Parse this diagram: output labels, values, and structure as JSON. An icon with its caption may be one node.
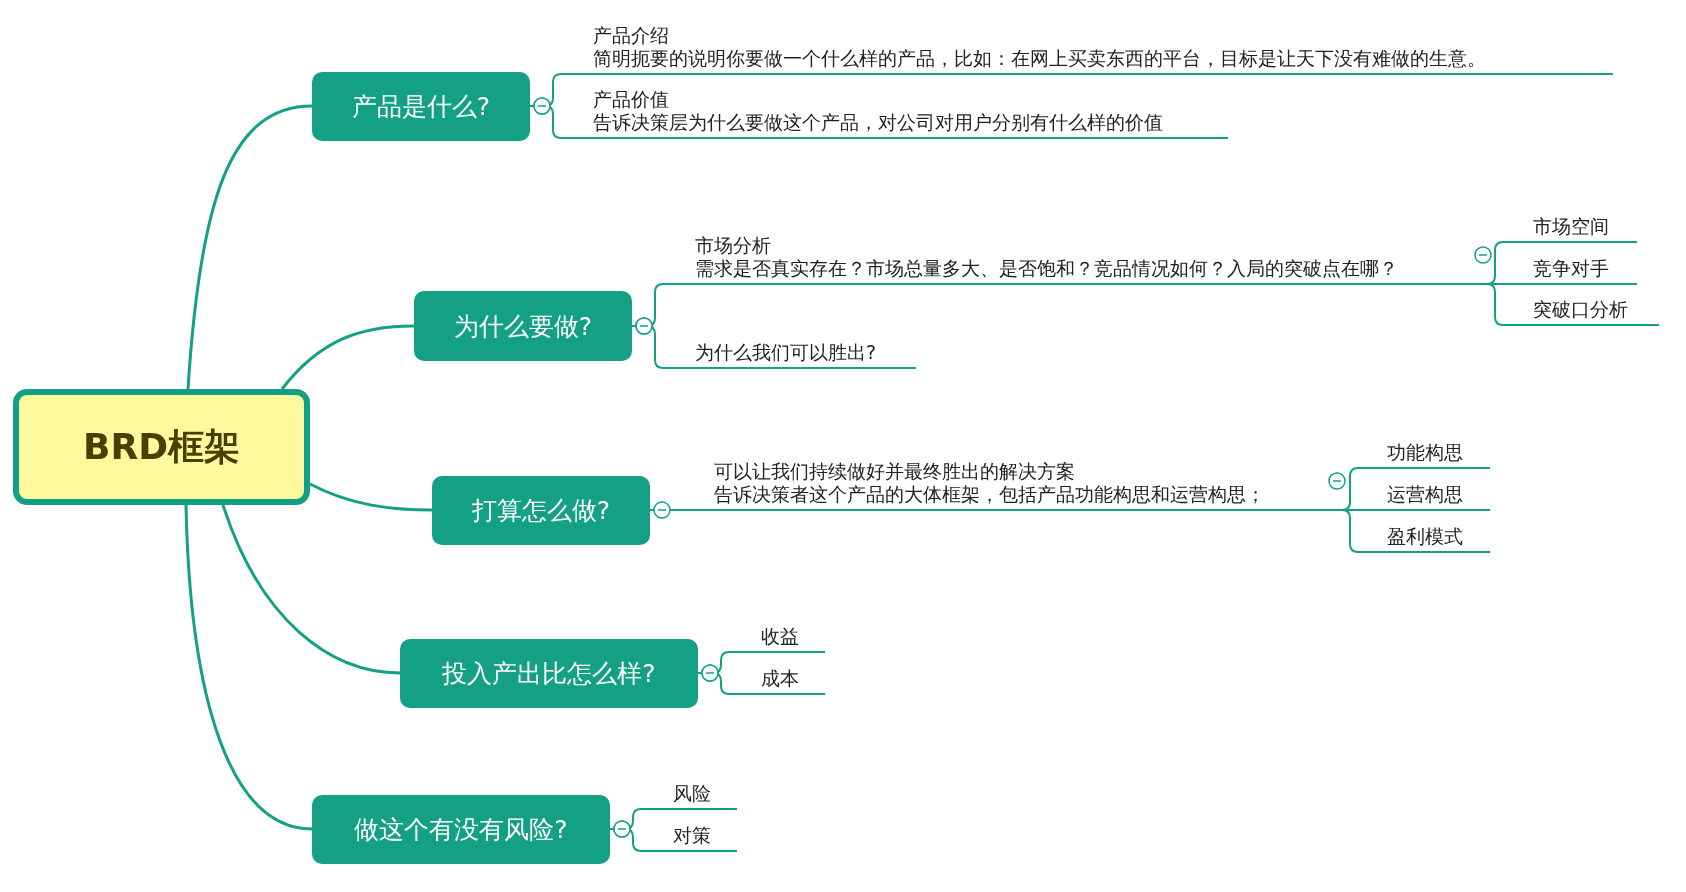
{
  "diagram": {
    "nodes": [
      {
        "text": [
          "BRD框架"
        ]
      },
      {
        "text": [
          "产品是什么?"
        ]
      },
      {
        "text": [
          "产品介绍",
          "简明扼要的说明你要做一个什么样的产品，比如：在网上买卖东西的平台，目标是让天下没有难做的生意。"
        ]
      },
      {
        "text": [
          "产品价值",
          "告诉决策层为什么要做这个产品，对公司对用户分别有什么样的价值"
        ]
      },
      {
        "text": [
          "为什么要做?"
        ]
      },
      {
        "text": [
          "市场分析",
          "需求是否真实存在？市场总量多大、是否饱和？竞品情况如何？入局的突破点在哪？"
        ]
      },
      {
        "text": [
          "市场空间"
        ]
      },
      {
        "text": [
          "竞争对手"
        ]
      },
      {
        "text": [
          "突破口分析"
        ]
      },
      {
        "text": [
          "为什么我们可以胜出?"
        ]
      },
      {
        "text": [
          "打算怎么做?"
        ]
      },
      {
        "text": [
          "可以让我们持续做好并最终胜出的解决方案",
          "告诉决策者这个产品的大体框架，包括产品功能构思和运营构思；"
        ]
      },
      {
        "text": [
          "功能构思"
        ]
      },
      {
        "text": [
          "运营构思"
        ]
      },
      {
        "text": [
          "盈利模式"
        ]
      },
      {
        "text": [
          "投入产出比怎么样?"
        ]
      },
      {
        "text": [
          "收益"
        ]
      },
      {
        "text": [
          "成本"
        ]
      },
      {
        "text": [
          "做这个有没有风险?"
        ]
      },
      {
        "text": [
          "风险"
        ]
      },
      {
        "text": [
          "对策"
        ]
      }
    ],
    "edges": [
      {
        "from": 0,
        "to": 1,
        "arrow": "none"
      },
      {
        "from": 0,
        "to": 4,
        "arrow": "none"
      },
      {
        "from": 0,
        "to": 10,
        "arrow": "none"
      },
      {
        "from": 0,
        "to": 15,
        "arrow": "none"
      },
      {
        "from": 0,
        "to": 18,
        "arrow": "none"
      },
      {
        "from": 1,
        "to": 2,
        "arrow": "other"
      },
      {
        "from": 1,
        "to": 3,
        "arrow": "other"
      },
      {
        "from": 4,
        "to": 5,
        "arrow": "other"
      },
      {
        "from": 4,
        "to": 9,
        "arrow": "other"
      },
      {
        "from": 5,
        "to": 6,
        "arrow": "none"
      },
      {
        "from": 5,
        "to": 7,
        "arrow": "none"
      },
      {
        "from": 5,
        "to": 8,
        "arrow": "none"
      },
      {
        "from": 10,
        "to": 11,
        "arrow": "other"
      },
      {
        "from": 11,
        "to": 12,
        "arrow": "none"
      },
      {
        "from": 11,
        "to": 13,
        "arrow": "none"
      },
      {
        "from": 11,
        "to": 14,
        "arrow": "none"
      },
      {
        "from": 15,
        "to": 16,
        "arrow": "other"
      },
      {
        "from": 15,
        "to": 17,
        "arrow": "other"
      },
      {
        "from": 18,
        "to": 19,
        "arrow": "other"
      },
      {
        "from": 18,
        "to": 20,
        "arrow": "other"
      }
    ]
  }
}
